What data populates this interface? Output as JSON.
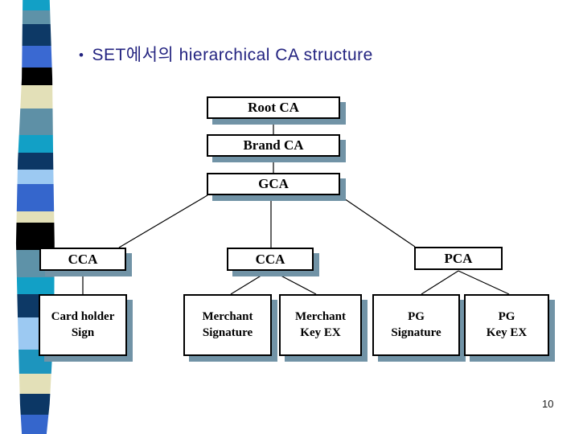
{
  "slide": {
    "title": {
      "bullet": "•",
      "text": "SET에서의 hierarchical CA structure"
    },
    "page_number": "10",
    "colors": {
      "background": "#FFFFFF",
      "title_text": "#232380",
      "box_background": "#FFFFFF",
      "box_border": "#000000",
      "box_shadow": "#7193A6",
      "connector_line": "#000000",
      "label_text": "#000000"
    },
    "stripe_blocks": [
      {
        "color": "#12A0C6",
        "height": 13
      },
      {
        "color": "#5E92A8",
        "height": 17
      },
      {
        "color": "#0D3966",
        "height": 27
      },
      {
        "color": "#3A69D2",
        "height": 27
      },
      {
        "color": "#000000",
        "height": 22
      },
      {
        "color": "#E3E0B8",
        "height": 29
      },
      {
        "color": "#5E90A6",
        "height": 33
      },
      {
        "color": "#12A0C6",
        "height": 22
      },
      {
        "color": "#0C3765",
        "height": 21
      },
      {
        "color": "#9CC9F2",
        "height": 18
      },
      {
        "color": "#3566CC",
        "height": 34
      },
      {
        "color": "#E3E0B8",
        "height": 14
      },
      {
        "color": "#000000",
        "height": 34
      },
      {
        "color": "#5E92A8",
        "height": 34
      },
      {
        "color": "#12A0C6",
        "height": 21
      },
      {
        "color": "#0D3966",
        "height": 29
      },
      {
        "color": "#9CC9F2",
        "height": 40
      },
      {
        "color": "#1D95BE",
        "height": 30
      },
      {
        "color": "#E3E0B8",
        "height": 25
      },
      {
        "color": "#0C3765",
        "height": 26
      },
      {
        "color": "#3566CC",
        "height": 24
      }
    ],
    "diagram": {
      "nodes": [
        {
          "id": "root-ca",
          "label": "Root CA",
          "shadow": true
        },
        {
          "id": "brand-ca",
          "label": "Brand CA",
          "shadow": true
        },
        {
          "id": "gca",
          "label": "GCA",
          "shadow": true
        },
        {
          "id": "cca-cardholder",
          "label": "CCA",
          "shadow": true
        },
        {
          "id": "cca-merchant",
          "label": "CCA",
          "shadow": true
        },
        {
          "id": "pca",
          "label": "PCA",
          "shadow": false
        },
        {
          "id": "card-holder-sign",
          "label": "Card holder\nSign",
          "shadow": true
        },
        {
          "id": "merchant-signature",
          "label": "Merchant\nSignature",
          "shadow": true
        },
        {
          "id": "merchant-key-ex",
          "label": "Merchant\nKey EX",
          "shadow": true
        },
        {
          "id": "pg-signature",
          "label": "PG\nSignature",
          "shadow": true
        },
        {
          "id": "pg-key-ex",
          "label": "PG\nKey EX",
          "shadow": true
        }
      ],
      "edges": [
        {
          "from": "root-ca",
          "to": "brand-ca"
        },
        {
          "from": "brand-ca",
          "to": "gca"
        },
        {
          "from": "gca",
          "to": "cca-cardholder"
        },
        {
          "from": "gca",
          "to": "cca-merchant"
        },
        {
          "from": "gca",
          "to": "pca"
        },
        {
          "from": "cca-cardholder",
          "to": "card-holder-sign"
        },
        {
          "from": "cca-merchant",
          "to": "merchant-signature"
        },
        {
          "from": "cca-merchant",
          "to": "merchant-key-ex"
        },
        {
          "from": "pca",
          "to": "pg-signature"
        },
        {
          "from": "pca",
          "to": "pg-key-ex"
        }
      ]
    }
  }
}
